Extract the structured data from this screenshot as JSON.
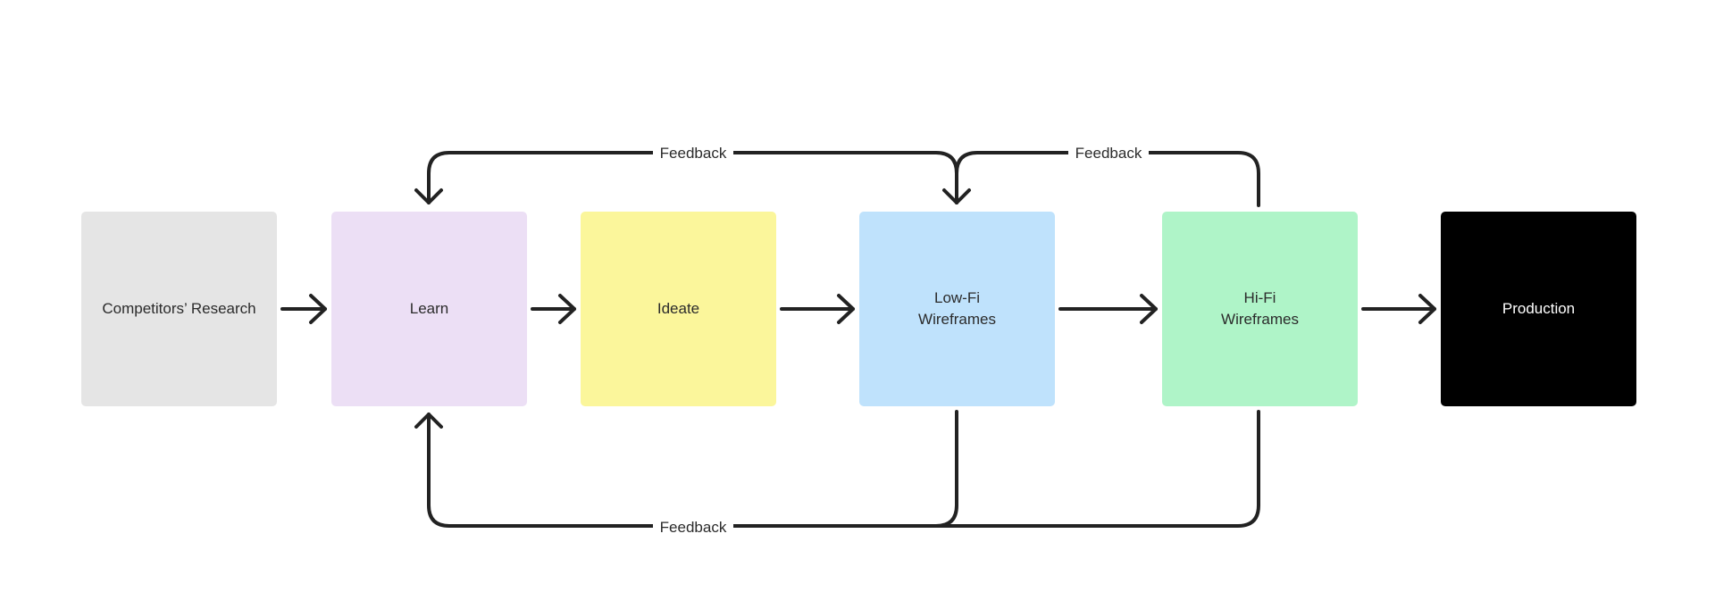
{
  "diagram": {
    "nodes": [
      {
        "id": "research",
        "lines": [
          "Competitors’ Research"
        ],
        "color": "#e5e5e5",
        "text_color": "#2b2b2b"
      },
      {
        "id": "learn",
        "lines": [
          "Learn"
        ],
        "color": "#ecdff5",
        "text_color": "#2b2b2b"
      },
      {
        "id": "ideate",
        "lines": [
          "Ideate"
        ],
        "color": "#fbf69b",
        "text_color": "#2b2b2b"
      },
      {
        "id": "lofi",
        "lines": [
          "Low-Fi",
          "Wireframes"
        ],
        "color": "#bfe2fc",
        "text_color": "#2b2b2b"
      },
      {
        "id": "hifi",
        "lines": [
          "Hi-Fi",
          "Wireframes"
        ],
        "color": "#aff4c8",
        "text_color": "#2b2b2b"
      },
      {
        "id": "production",
        "lines": [
          "Production"
        ],
        "color": "#000000",
        "text_color": "#ffffff"
      }
    ],
    "edges": [
      {
        "from": "research",
        "to": "learn"
      },
      {
        "from": "learn",
        "to": "ideate"
      },
      {
        "from": "ideate",
        "to": "lofi"
      },
      {
        "from": "lofi",
        "to": "hifi"
      },
      {
        "from": "hifi",
        "to": "production"
      },
      {
        "from": "lofi",
        "to": "learn",
        "label": "Feedback",
        "route": "top"
      },
      {
        "from": "hifi",
        "to": "lofi",
        "label": "Feedback",
        "route": "top"
      },
      {
        "from": "lofi",
        "to": "learn",
        "label": "Feedback",
        "route": "bottom"
      },
      {
        "from": "hifi",
        "to": "learn",
        "label": "Feedback",
        "route": "bottom"
      }
    ],
    "feedback_labels": {
      "top_left": "Feedback",
      "top_right": "Feedback",
      "bottom": "Feedback"
    },
    "connector_color": "#222222"
  }
}
